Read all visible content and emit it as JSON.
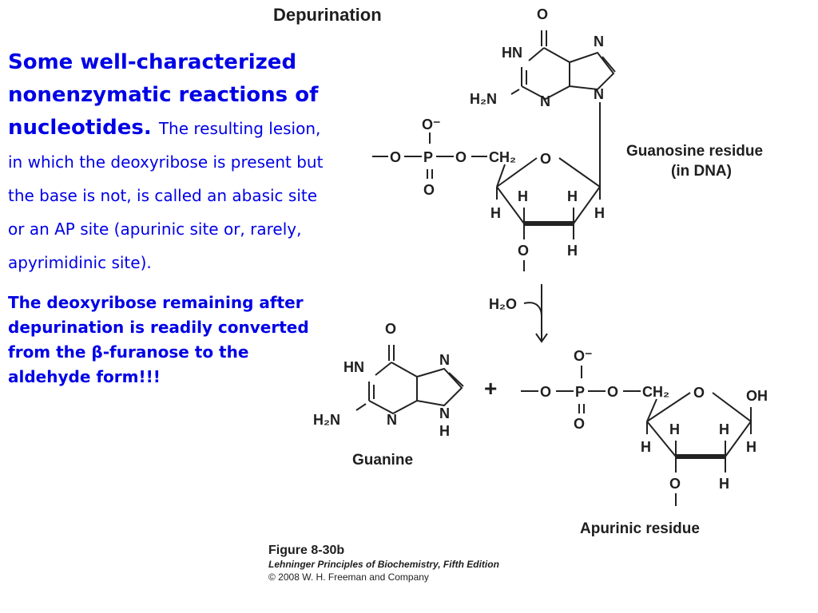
{
  "diagram": {
    "title": "Depurination",
    "labels": {
      "guanosine_residue_line1": "Guanosine  residue",
      "guanosine_residue_line2": "(in DNA)",
      "guanine": "Guanine",
      "apurinic_residue": "Apurinic residue",
      "reagent": "H₂O",
      "plus": "+"
    },
    "atoms": {
      "O": "O",
      "N": "N",
      "HN": "HN",
      "H": "H",
      "H2N": "H₂N",
      "O_minus": "O⁻",
      "P": "P",
      "CH2": "CH₂",
      "OH": "OH"
    }
  },
  "text": {
    "headline": "Some well-characterized nonenzymatic reactions of nucleotides.",
    "paragraph1_tail": "The resulting lesion, in which the deoxyribose is present but the base is not, is called an abasic site or an AP site (apurinic site or, rarely, apyrimidinic site).",
    "paragraph2": "The deoxyribose remaining after depurination is readily converted from the β-furanose to the aldehyde form!!!"
  },
  "caption": {
    "figure": "Figure 8-30b",
    "book": "Lehninger Principles of Biochemistry, Fifth Edition",
    "copyright": "© 2008 W. H. Freeman and Company"
  },
  "colors": {
    "text_blue": "#0000e6",
    "ink": "#1e1e1e"
  }
}
